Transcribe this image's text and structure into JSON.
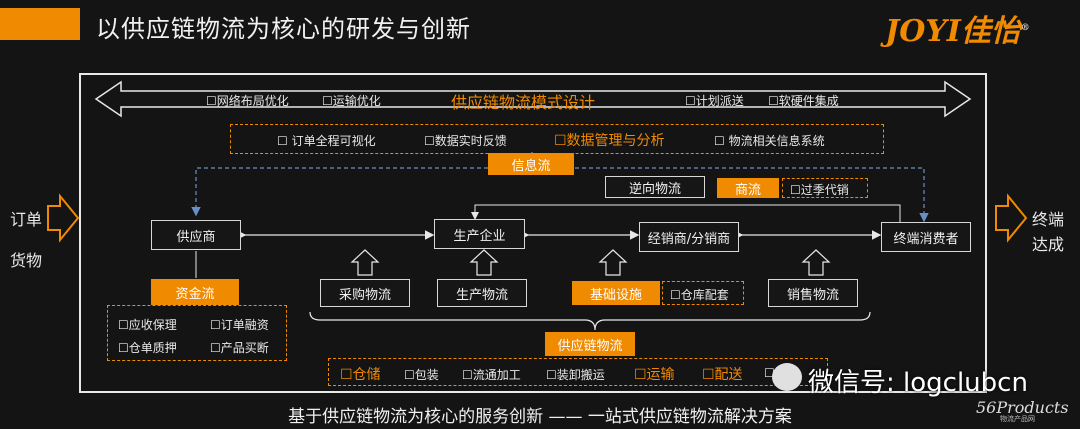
{
  "title": "以供应链物流为核心的研发与创新",
  "logo": {
    "text": "JOYI佳怡",
    "mark": "®"
  },
  "top_band": {
    "center": "供应链物流模式设计",
    "left_items": [
      "☐网络布局优化",
      "☐运输优化"
    ],
    "right_items": [
      "☐计划派送",
      "☐软硬件集成"
    ]
  },
  "info_row": {
    "items": [
      "☐ 订单全程可视化",
      "☐数据实时反馈"
    ],
    "highlight": "☐数据管理与分析",
    "last": "☐ 物流相关信息系统"
  },
  "info_flow": "信息流",
  "reverse_logistics": "逆向物流",
  "commerce_flow": "商流",
  "off_season": "☐过季代销",
  "left_side": {
    "top": "订单",
    "bottom": "货物"
  },
  "right_side": {
    "top": "终端",
    "bottom": "达成"
  },
  "nodes": {
    "supplier": "供应商",
    "producer": "生产企业",
    "distributor": "经销商/分销商",
    "consumer": "终端消费者"
  },
  "capital_flow": "资金流",
  "finance_items": [
    "☐应收保理",
    "☐订单融资",
    "☐仓单质押",
    "☐产品买断"
  ],
  "procurement": "采购物流",
  "production": "生产物流",
  "infrastructure": "基础设施",
  "warehouse_config": "☐仓库配套",
  "sales": "销售物流",
  "supply_chain_logistics": "供应链物流",
  "bottom_row": {
    "warehouse": "☐仓储",
    "packaging": "☐包装",
    "processing": "☐流通加工",
    "handling": "☐装卸搬运",
    "transport": "☐运输",
    "delivery": "☐配送",
    "partial": "☐"
  },
  "watermark": "微信号: logclubcn",
  "footer": "基于供应链物流为核心的服务创新 —— 一站式供应链物流解决方案",
  "products_mark": {
    "main": "56Products",
    "sub": "物流产品网"
  }
}
